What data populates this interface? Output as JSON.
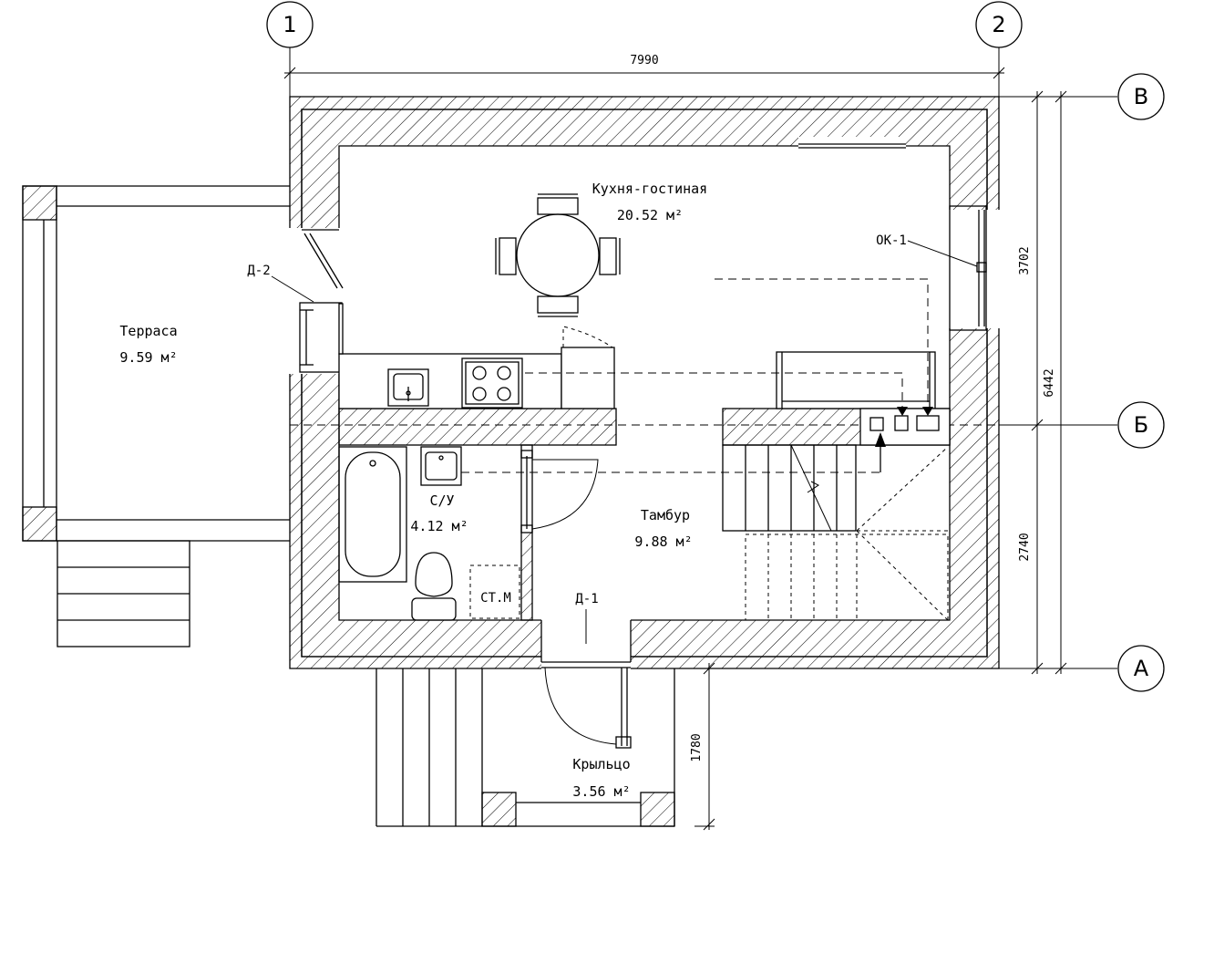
{
  "axes": {
    "col_1": "1",
    "col_2": "2",
    "row_v": "В",
    "row_b": "Б",
    "row_a": "А"
  },
  "dimensions": {
    "width_total": "7990",
    "depth_upper": "3702",
    "depth_total": "6442",
    "depth_lower": "2740",
    "porch_depth": "1780"
  },
  "rooms": {
    "kitchen": {
      "name": "Кухня-гостиная",
      "area": "20.52 м²"
    },
    "terrace": {
      "name": "Терраса",
      "area": "9.59 м²"
    },
    "bathroom": {
      "name": "С/У",
      "area": "4.12 м²"
    },
    "vestibule": {
      "name": "Тамбур",
      "area": "9.88 м²"
    },
    "porch": {
      "name": "Крыльцо",
      "area": "3.56 м²"
    }
  },
  "tags": {
    "door_2": "Д-2",
    "door_1": "Д-1",
    "window_1": "ОК-1",
    "washer": "СТ.М"
  }
}
